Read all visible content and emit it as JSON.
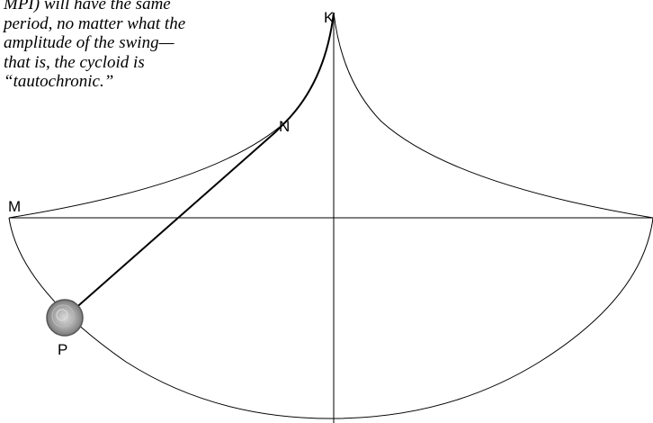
{
  "caption": {
    "lines": [
      "MPI) will have the same",
      "period, no matter what the",
      "amplitude of the swing—",
      "that is, the cycloid is",
      "“tautochronic.”"
    ]
  },
  "labels": {
    "K": "K",
    "N": "N",
    "M": "M",
    "P": "P"
  },
  "colors": {
    "stroke": "#000000",
    "bob_fill": "#9a9a9a",
    "bob_highlight": "#d8d8d8"
  }
}
